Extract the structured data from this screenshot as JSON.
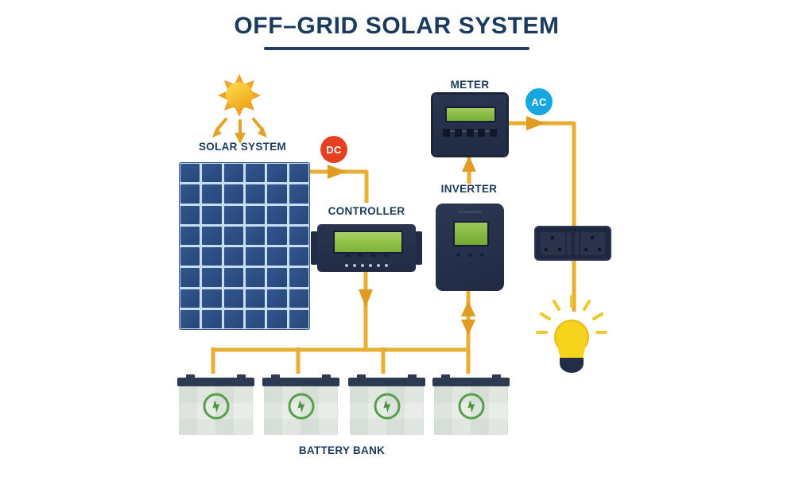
{
  "title": "OFF–GRID SOLAR SYSTEM",
  "labels": {
    "solar_system": "SOLAR SYSTEM",
    "controller": "CONTROLLER",
    "meter": "METER",
    "inverter": "INVERTER",
    "battery_bank": "BATTERY BANK"
  },
  "badges": {
    "dc": "DC",
    "ac": "AC"
  },
  "batteries": {
    "count": 4
  },
  "icons": {
    "sun": "sun-icon",
    "bulb": "light-bulb-icon",
    "battery_bolt": "lightning-icon",
    "outlet": "power-outlet",
    "solar_panel": "solar-panel"
  },
  "colors": {
    "title_navy": "#1a3a5e",
    "wire_yellow": "#e9ae33",
    "arrow_orange": "#e09c22",
    "dc_badge_red": "#e5401f",
    "ac_badge_blue": "#16a7e0",
    "device_navy": "#27304a",
    "lcd_green": "#8abc42",
    "solar_cell_blue": "#2d4f82",
    "battery_body": "#e9ede7",
    "bolt_green": "#47953c",
    "sun_orange": "#f0a22a",
    "bulb_yellow": "#f6d31d"
  },
  "connections": [
    "sun → solar panel",
    "solar panel → controller (DC)",
    "controller → battery bank",
    "battery bank ↔ inverter",
    "inverter → meter",
    "meter → outlet (AC)",
    "outlet → light bulb"
  ]
}
